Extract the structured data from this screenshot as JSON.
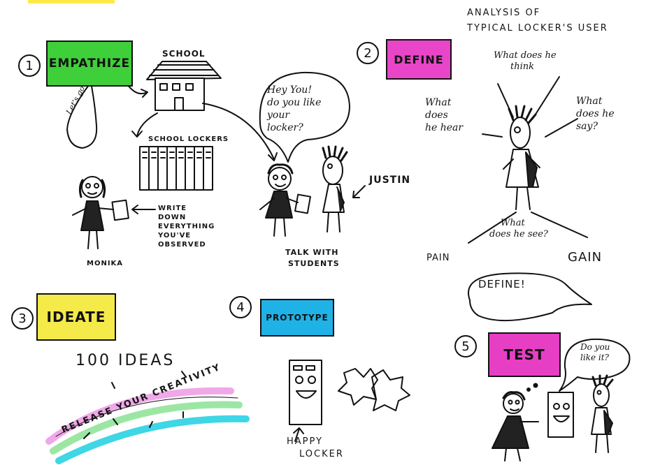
{
  "colors": {
    "empathize": "#3fcf3a",
    "define": "#e845c8",
    "ideate": "#f4ea4a",
    "prototype": "#1fb2e6",
    "test": "#e63fc4",
    "corner_highlight": "#ffe94a",
    "rainbow_pink": "#f0a8e8",
    "rainbow_green": "#9ce6a4",
    "rainbow_cyan": "#3fd6e6"
  },
  "stages": {
    "empathize": {
      "number": "1",
      "label": "EMPATHIZE"
    },
    "define": {
      "number": "2",
      "label": "DEFINE"
    },
    "ideate": {
      "number": "3",
      "label": "IDEATE"
    },
    "prototype": {
      "number": "4",
      "label": "PROTOTYPE"
    },
    "test": {
      "number": "5",
      "label": "TEST"
    }
  },
  "empathize": {
    "school_label": "SCHOOL",
    "lets_go": "Let's go",
    "lockers_label": "SCHOOL LOCKERS",
    "monika_label": "MONIKA",
    "write_down": [
      "WRITE",
      "DOWN",
      "EVERYTHING",
      "YOU'VE",
      "OBSERVED"
    ],
    "speech_bubble": [
      "Hey You!",
      "do you like",
      "your",
      "locker?"
    ],
    "justin_label": "JUSTIN",
    "talk_with": [
      "TALK WITH",
      "STUDENTS"
    ]
  },
  "define": {
    "analysis_title": [
      "ANALYSIS OF",
      "TYPICAL LOCKER'S USER"
    ],
    "think": [
      "What does he",
      "think"
    ],
    "hear": [
      "What",
      "does",
      "he hear"
    ],
    "say": [
      "What",
      "does he",
      "say?"
    ],
    "see": [
      "What",
      "does he see?"
    ],
    "pain": "PAIN",
    "gain": "GAIN",
    "define_bubble": "DEFINE!"
  },
  "ideate": {
    "hundred_ideas": "100 IDEAS",
    "release": "RELEASE YOUR CREATIVITY"
  },
  "prototype": {
    "happy_locker": [
      "HAPPY",
      "LOCKER"
    ]
  },
  "test": {
    "bubble": [
      "Do you",
      "like it?"
    ]
  }
}
